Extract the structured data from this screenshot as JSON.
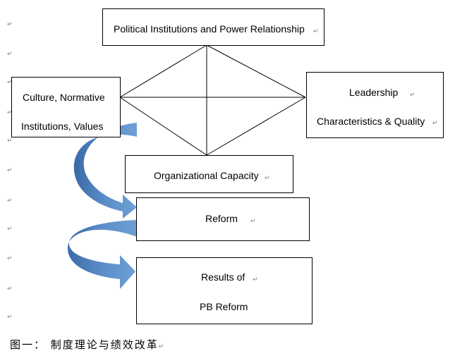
{
  "boxes": {
    "political": "Political Institutions and Power Relationship",
    "culture_line1": "Culture, Normative",
    "culture_line2": "Institutions, Values",
    "leadership_line1": "Leadership",
    "leadership_line2": "Characteristics & Quality",
    "organizational": "Organizational Capacity",
    "reform": "Reform",
    "results_line1": "Results of",
    "results_line2": "PB Reform"
  },
  "caption": "图一： 制度理论与绩效改革",
  "paragraph_mark": "↵",
  "colors": {
    "arrow_fill": "#5b8ec9",
    "arrow_dark": "#3a6aa6",
    "border": "#000000",
    "mark": "#808080"
  }
}
